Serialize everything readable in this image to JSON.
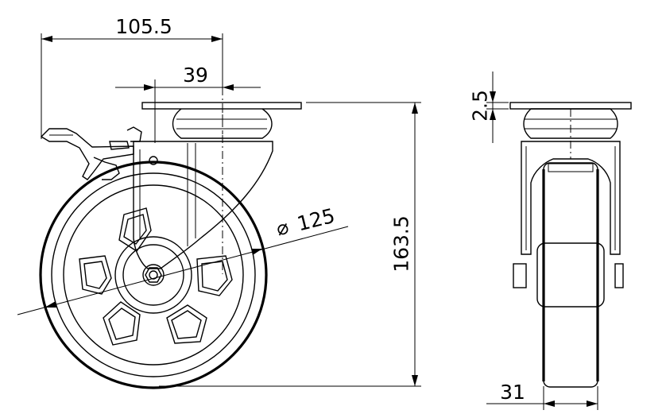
{
  "dimensions": {
    "top_width": "105.5",
    "plate_offset": "39",
    "wheel_diameter_symbol": "⌀",
    "wheel_diameter": "125",
    "overall_height": "163.5",
    "plate_thickness": "2.5",
    "wheel_width": "31"
  }
}
